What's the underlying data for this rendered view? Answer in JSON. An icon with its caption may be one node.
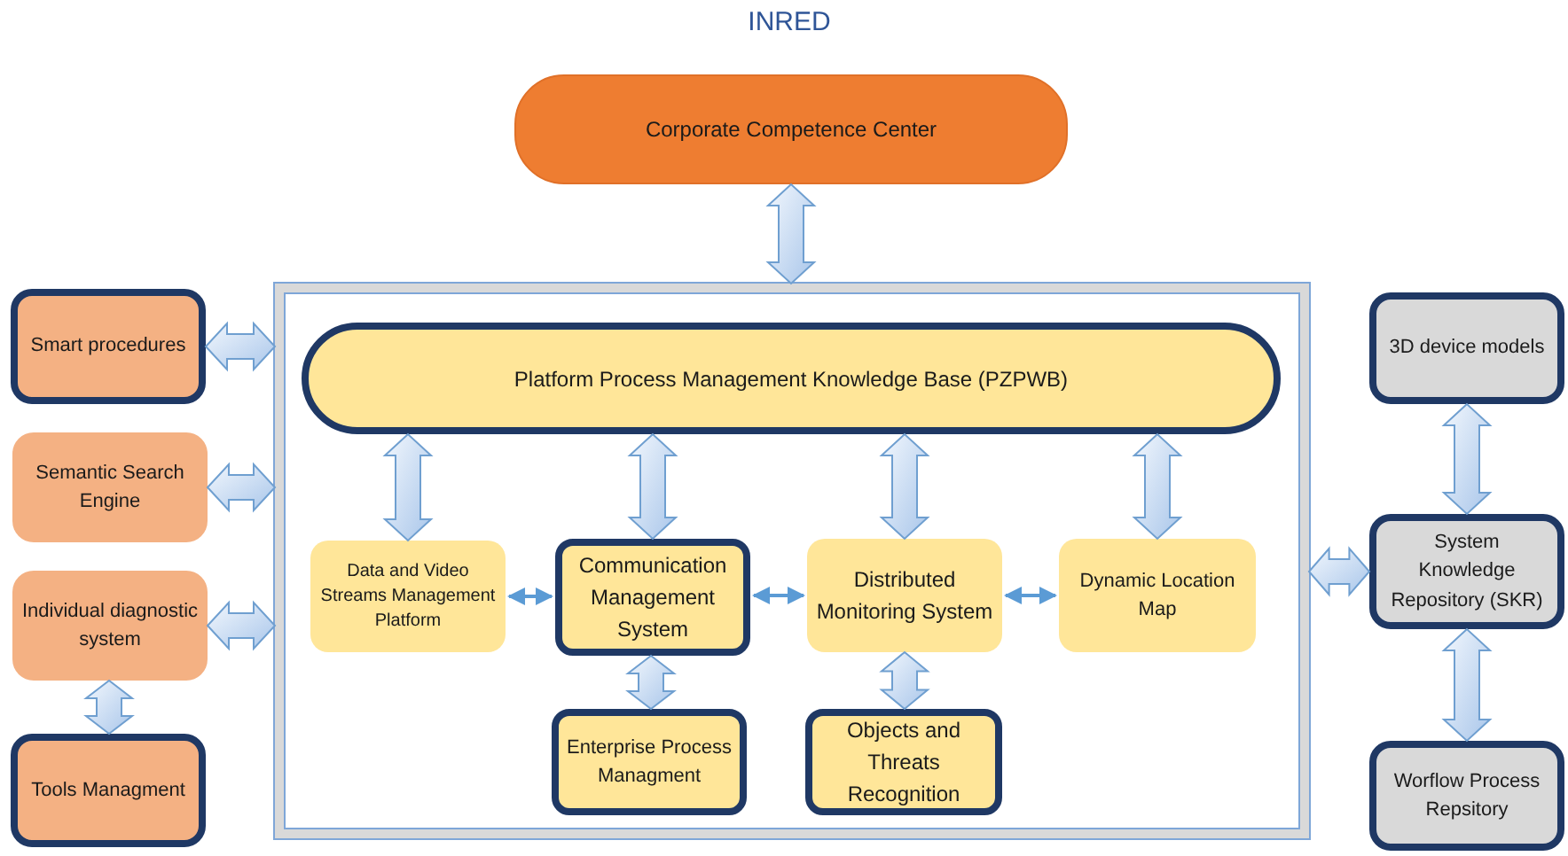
{
  "diagram": {
    "title": "INRED",
    "nodes": [
      {
        "text": [
          "Corporate Competence Center"
        ]
      },
      {
        "text": [],
        "shape": "box"
      },
      {
        "text": [
          "Platform Process Management Knowledge Base (PZPWB)"
        ],
        "in": 1
      },
      {
        "text": [
          "Data and Video Streams Management Platform"
        ],
        "in": 1
      },
      {
        "text": [
          "Communication Management System"
        ],
        "in": 1
      },
      {
        "text": [
          "Distributed Monitoring System"
        ],
        "in": 1
      },
      {
        "text": [
          "Dynamic Location Map"
        ],
        "in": 1
      },
      {
        "text": [
          "Enterprise Process Managment"
        ],
        "in": 1
      },
      {
        "text": [
          "Objects and Threats Recognition"
        ],
        "in": 1
      },
      {
        "text": [
          "Smart procedures"
        ]
      },
      {
        "text": [
          "Semantic Search Engine"
        ]
      },
      {
        "text": [
          "Individual diagnostic system"
        ]
      },
      {
        "text": [
          "Tools Managment"
        ]
      },
      {
        "text": [
          "3D device models"
        ]
      },
      {
        "text": [
          "System Knowledge Repository (SKR)"
        ]
      },
      {
        "text": [
          "Worflow Process Repsitory"
        ]
      }
    ],
    "edges": [
      {
        "from": 0,
        "to": 1,
        "arrow": "both",
        "style": "thick"
      },
      {
        "from": 9,
        "to": 1,
        "arrow": "both",
        "style": "thick"
      },
      {
        "from": 10,
        "to": 1,
        "arrow": "both",
        "style": "thick"
      },
      {
        "from": 11,
        "to": 1,
        "arrow": "both",
        "style": "thick"
      },
      {
        "from": 11,
        "to": 12,
        "arrow": "both",
        "style": "thick"
      },
      {
        "from": 14,
        "to": 1,
        "arrow": "both",
        "style": "thick"
      },
      {
        "from": 13,
        "to": 14,
        "arrow": "both",
        "style": "thick"
      },
      {
        "from": 14,
        "to": 15,
        "arrow": "both",
        "style": "thick"
      },
      {
        "from": 2,
        "to": 3,
        "arrow": "both",
        "style": "thick"
      },
      {
        "from": 2,
        "to": 4,
        "arrow": "both",
        "style": "thick"
      },
      {
        "from": 2,
        "to": 5,
        "arrow": "both",
        "style": "thick"
      },
      {
        "from": 2,
        "to": 6,
        "arrow": "both",
        "style": "thick"
      },
      {
        "from": 3,
        "to": 4,
        "arrow": "both"
      },
      {
        "from": 4,
        "to": 5,
        "arrow": "both"
      },
      {
        "from": 5,
        "to": 6,
        "arrow": "both"
      },
      {
        "from": 4,
        "to": 7,
        "arrow": "both",
        "style": "thick"
      },
      {
        "from": 5,
        "to": 8,
        "arrow": "both",
        "style": "thick"
      }
    ]
  }
}
